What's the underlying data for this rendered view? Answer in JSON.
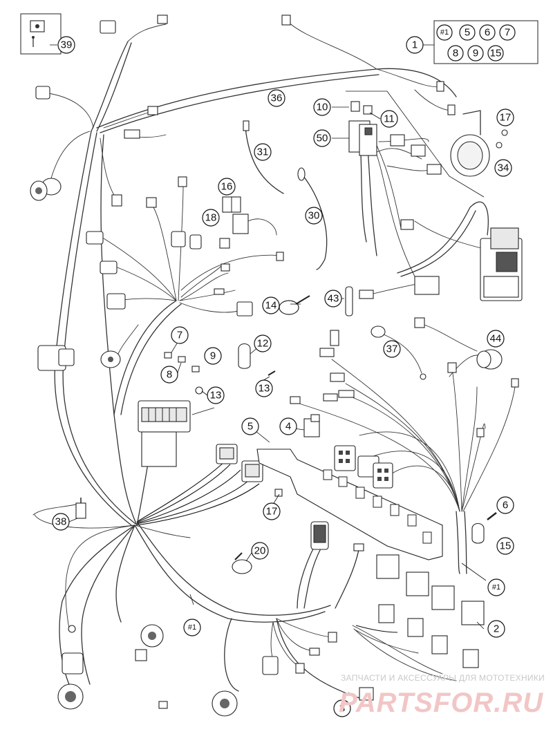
{
  "callouts": {
    "c1": "1",
    "c2": "2",
    "c3": "3",
    "c4": "4",
    "c5": "5",
    "c6": "6",
    "c7": "7",
    "c8": "8",
    "c9": "9",
    "c10": "10",
    "c11": "11",
    "c12": "12",
    "c13a": "13",
    "c13b": "13",
    "c14": "14",
    "c15": "15",
    "c16": "16",
    "c17a": "17",
    "c17b": "17",
    "c18": "18",
    "c20": "20",
    "c30": "30",
    "c31": "31",
    "c34": "34",
    "c36": "36",
    "c37": "37",
    "c38": "38",
    "c39": "39",
    "c43": "43",
    "c44": "44",
    "c50": "50",
    "h1a": "#1",
    "h1b": "#1",
    "h1c": "#1"
  },
  "kit_box": {
    "items": [
      "#1",
      "5",
      "6",
      "7",
      "8",
      "9",
      "15"
    ]
  },
  "watermark": {
    "caption": "ЗАПЧАСТИ И АКСЕССУАРЫ ДЛЯ МОТОТЕХНИКИ",
    "logo": "PARTSFOR.RU"
  }
}
